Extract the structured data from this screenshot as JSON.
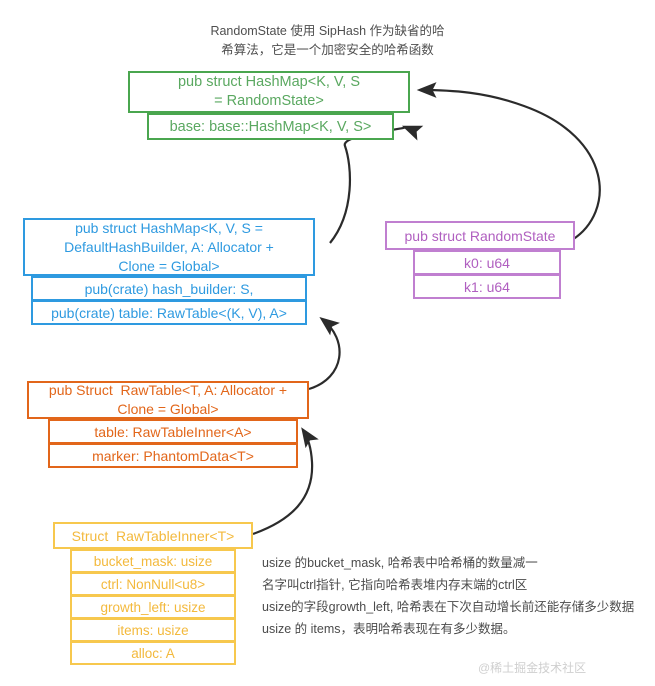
{
  "notes": {
    "top": "RandomState 使用 SipHash 作为缺省的哈\n希算法，它是一个加密安全的哈希函数",
    "bottom": "usize 的bucket_mask, 哈希表中哈希桶的数量减一\n名字叫ctrl指针, 它指向哈希表堆内存末端的ctrl区\nusize的字段growth_left, 哈希表在下次自动增长前还能存储多少数据\nusize 的 items，表明哈希表现在有多少数据。",
    "watermark": "@稀土掘金技术社区"
  },
  "colors": {
    "green": "#5aa860",
    "blue": "#2e9ae0",
    "purple": "#b05fc0",
    "orange": "#e2661a",
    "yellow": "#f3b93c",
    "arrow": "#2b2b2b",
    "note_text": "#4f4f4f",
    "watermark": "#cfcfcf",
    "background": "#ffffff"
  },
  "boxes": {
    "std_hashmap": {
      "header": "pub struct HashMap<K, V, S\n= RandomState>",
      "fields": [
        "base: base::HashMap<K, V, S>"
      ]
    },
    "hashbrown_hashmap": {
      "header": "pub struct HashMap<K, V, S =\nDefaultHashBuilder, A: Allocator +\nClone = Global>",
      "fields": [
        "pub(crate) hash_builder: S,",
        "pub(crate) table: RawTable<(K, V), A>"
      ]
    },
    "random_state": {
      "header": "pub struct RandomState",
      "fields": [
        "k0: u64",
        "k1: u64"
      ]
    },
    "raw_table": {
      "header": "pub Struct  RawTable<T, A: Allocator +\nClone = Global>",
      "fields": [
        "table: RawTableInner<A>",
        "marker: PhantomData<T>"
      ]
    },
    "raw_table_inner": {
      "header": "Struct  RawTableInner<T>",
      "fields": [
        "bucket_mask: usize",
        "ctrl: NonNull<u8>",
        "growth_left: usize",
        "items: usize",
        "alloc: A"
      ]
    }
  },
  "arrows": [
    {
      "name": "random-state-to-std-hashmap",
      "from": "random_state",
      "to": "std_hashmap"
    },
    {
      "name": "hashbrown-hashmap-to-std-hashmap-base",
      "from": "hashbrown_hashmap",
      "to": "std_hashmap.base"
    },
    {
      "name": "raw-table-to-hashbrown-table-field",
      "from": "raw_table",
      "to": "hashbrown_hashmap.table"
    },
    {
      "name": "raw-table-inner-to-raw-table-table-field",
      "from": "raw_table_inner",
      "to": "raw_table.table"
    }
  ]
}
